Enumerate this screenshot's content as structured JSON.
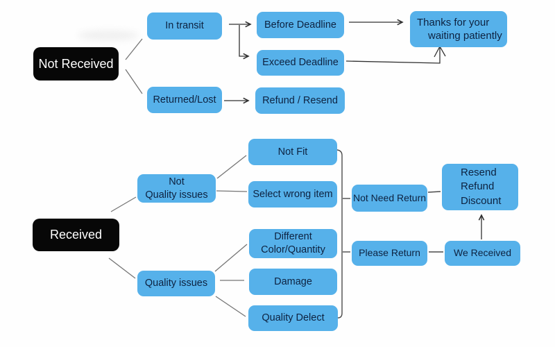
{
  "diagram": {
    "colors": {
      "node_fill": "#56B1EA",
      "node_text": "#0D2240",
      "root_fill": "#070707",
      "root_text": "#FFFFFF",
      "line_gray": "#757575",
      "line_dark": "#303030",
      "line_mid": "#4A4A4A",
      "background": "#FEFEFE"
    },
    "nodes": {
      "not_received": {
        "label": "Not Received"
      },
      "in_transit": {
        "label": "In transit"
      },
      "before_deadline": {
        "label": "Before Deadline"
      },
      "exceed_deadline": {
        "label": "Exceed Deadline"
      },
      "thanks": {
        "line1": "Thanks for your",
        "line2": "waiting patiently"
      },
      "returned_lost": {
        "label": "Returned/Lost"
      },
      "refund_resend": {
        "label": "Refund / Resend"
      },
      "received": {
        "label": "Received"
      },
      "not_quality_issues": {
        "line1": "Not",
        "line2": "Quality issues"
      },
      "not_fit": {
        "label": "Not Fit"
      },
      "select_wrong_item": {
        "label": "Select wrong item"
      },
      "not_need_return": {
        "label": "Not Need Return"
      },
      "resend_refund_discount": {
        "line1": "Resend",
        "line2": "Refund",
        "line3": "Discount"
      },
      "different_color_quantity": {
        "line1": "Different",
        "line2": "Color/Quantity"
      },
      "damage": {
        "label": "Damage"
      },
      "quality_delect": {
        "label": "Quality Delect"
      },
      "please_return": {
        "label": "Please Return"
      },
      "we_received": {
        "label": "We Received"
      }
    },
    "edges": [
      {
        "from": "not_received",
        "to": "in_transit",
        "style": "line"
      },
      {
        "from": "not_received",
        "to": "returned_lost",
        "style": "line"
      },
      {
        "from": "in_transit",
        "to": "before_deadline",
        "style": "arrow"
      },
      {
        "from": "in_transit",
        "to": "exceed_deadline",
        "style": "arrow"
      },
      {
        "from": "before_deadline",
        "to": "thanks",
        "style": "arrow"
      },
      {
        "from": "exceed_deadline",
        "to": "thanks",
        "style": "arrow"
      },
      {
        "from": "returned_lost",
        "to": "refund_resend",
        "style": "arrow"
      },
      {
        "from": "received",
        "to": "not_quality_issues",
        "style": "line"
      },
      {
        "from": "received",
        "to": "quality_issues",
        "style": "line"
      },
      {
        "from": "not_quality_issues",
        "to": "not_fit",
        "style": "line"
      },
      {
        "from": "not_quality_issues",
        "to": "select_wrong_item",
        "style": "line"
      },
      {
        "from": "quality_issues",
        "to": "different_color_quantity",
        "style": "line"
      },
      {
        "from": "quality_issues",
        "to": "damage",
        "style": "line"
      },
      {
        "from": "quality_issues",
        "to": "quality_delect",
        "style": "line"
      },
      {
        "from": "right_group_bracket",
        "to": "not_need_return",
        "style": "line"
      },
      {
        "from": "right_group_bracket",
        "to": "please_return",
        "style": "line"
      },
      {
        "from": "not_need_return",
        "to": "resend_refund_discount",
        "style": "line"
      },
      {
        "from": "please_return",
        "to": "we_received",
        "style": "line"
      },
      {
        "from": "we_received",
        "to": "resend_refund_discount",
        "style": "arrow"
      }
    ],
    "quality_issues_label": "Quality issues"
  }
}
